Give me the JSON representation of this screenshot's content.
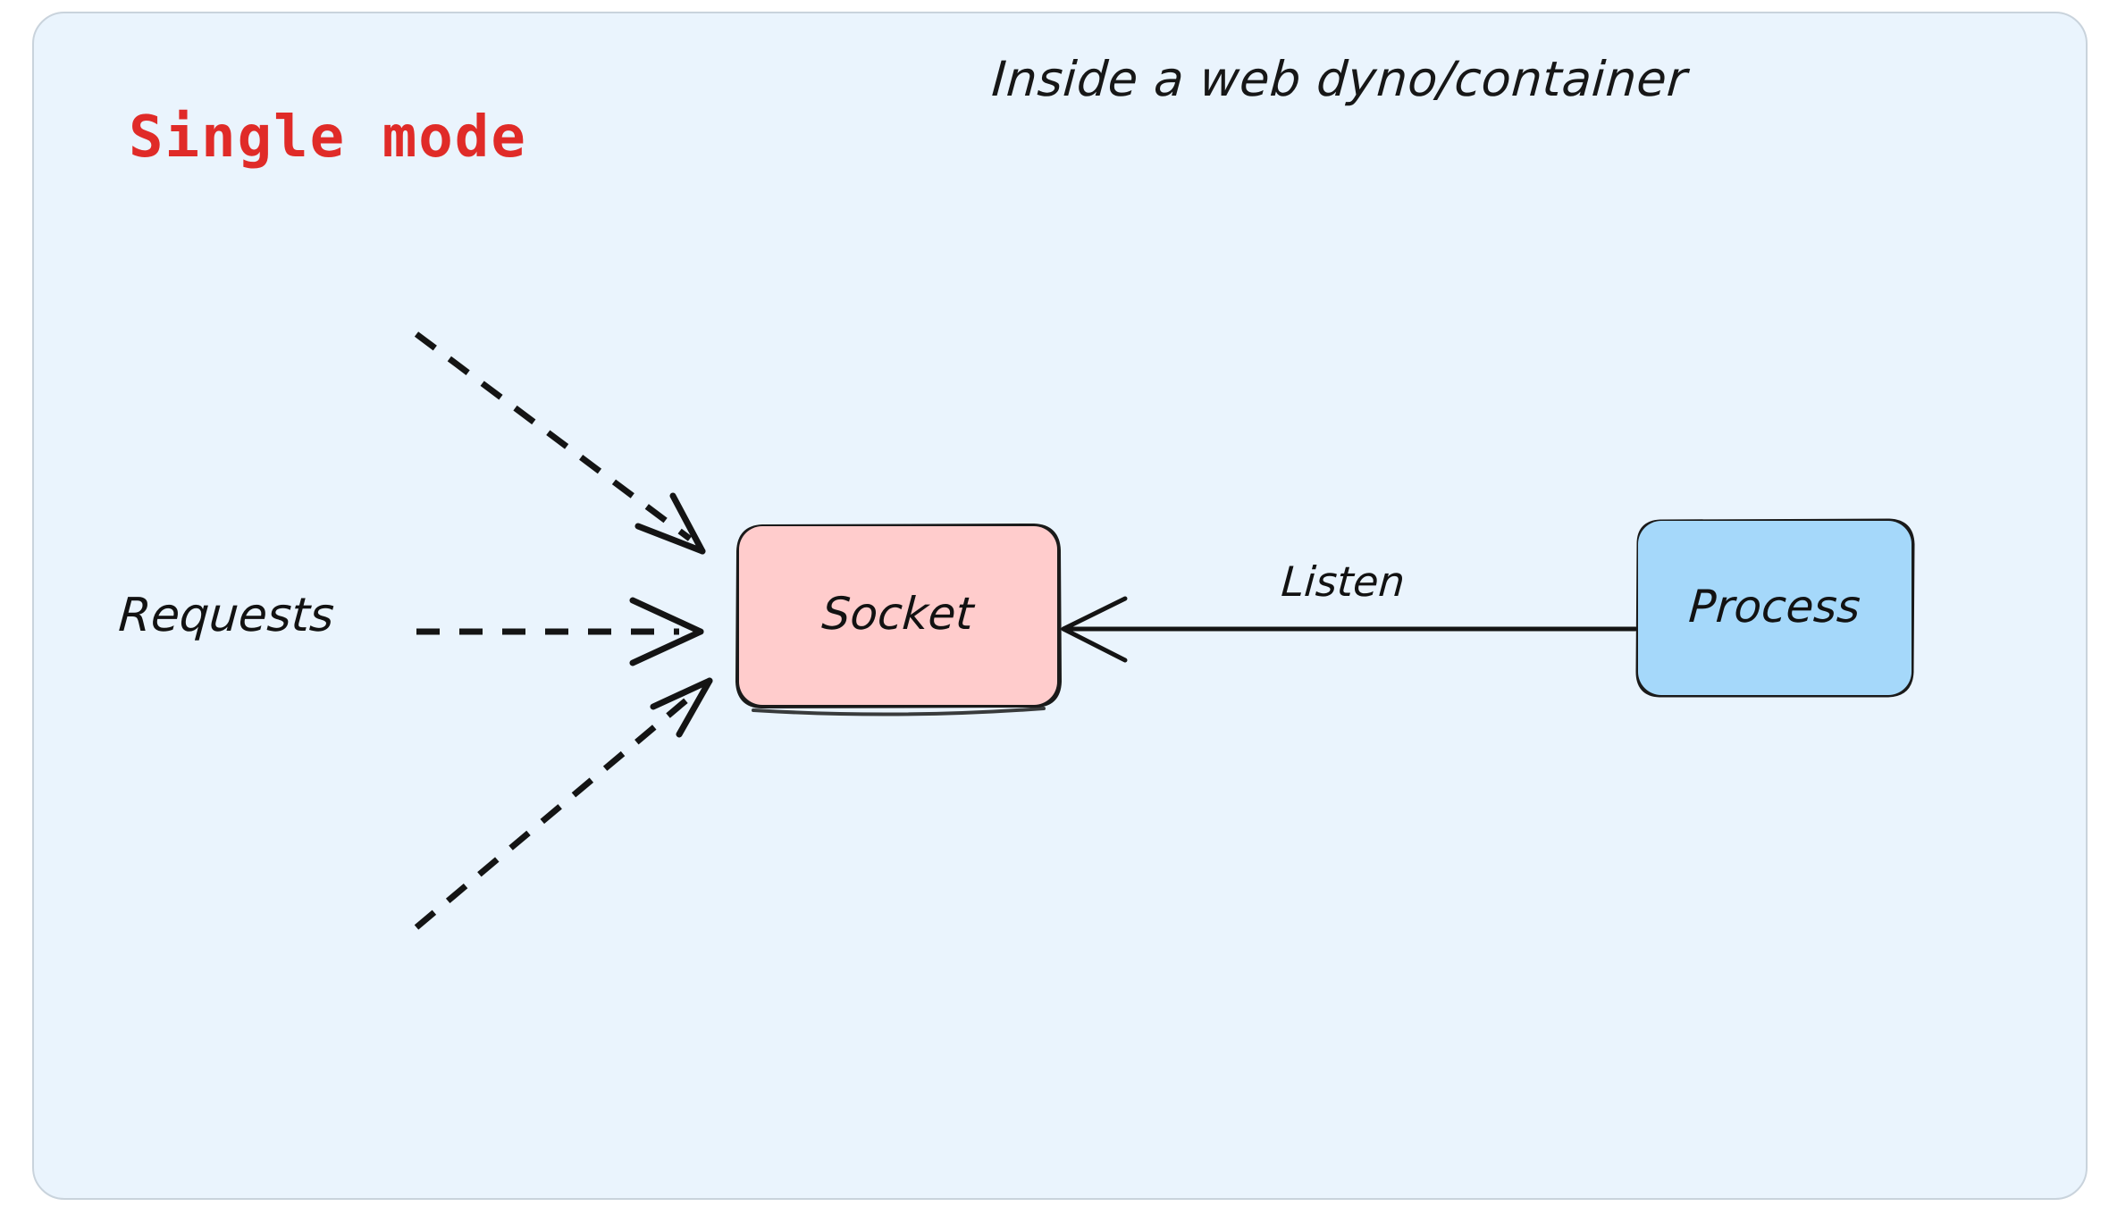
{
  "diagram": {
    "mode_title": "Single mode",
    "container_caption": "Inside a web dyno/container",
    "nodes": [
      {
        "id": "socket",
        "label": "Socket",
        "fill": "#ffcccc",
        "stroke": "#1a1a1a"
      },
      {
        "id": "process",
        "label": "Process",
        "fill": "#a5d8fa",
        "stroke": "#1a1a1a"
      }
    ],
    "edges": [
      {
        "id": "requests-top",
        "label": "",
        "style": "dashed",
        "from": "outside",
        "to": "socket"
      },
      {
        "id": "requests-middle",
        "label": "Requests",
        "style": "dashed",
        "from": "outside",
        "to": "socket"
      },
      {
        "id": "requests-bottom",
        "label": "",
        "style": "dashed",
        "from": "outside",
        "to": "socket"
      },
      {
        "id": "listen",
        "label": "Listen",
        "style": "solid",
        "from": "process",
        "to": "socket"
      }
    ],
    "colors": {
      "page_background": "#ffffff",
      "panel_background": "#eaf4fd",
      "panel_border": "#c9d3dc",
      "title_red": "#e02b28",
      "ink": "#121212"
    }
  }
}
